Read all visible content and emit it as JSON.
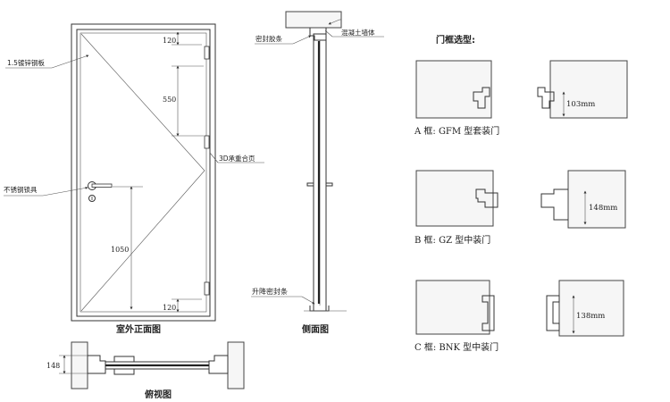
{
  "front_view": {
    "label_steel_plate": "1.5镀锌钢板",
    "label_lock": "不锈钢锁具",
    "label_hinge": "3D承重合页",
    "dim_top": "120",
    "dim_mid": "550",
    "dim_handle": "1050",
    "dim_bottom": "120",
    "caption": "室外正面图"
  },
  "side_view": {
    "label_wall": "混凝土墙体",
    "label_seal": "密封胶条",
    "label_drop_seal": "升降密封条",
    "caption": "侧面图"
  },
  "top_view": {
    "dim_depth": "148",
    "caption": "俯视图"
  },
  "frame_types": {
    "title": "门框选型:",
    "types": [
      {
        "caption": "A 框:  GFM 型套装门",
        "dim": "103mm"
      },
      {
        "caption": "B 框:  GZ 型中装门",
        "dim": "148mm"
      },
      {
        "caption": "C 框:  BNK 型中装门",
        "dim": "138mm"
      }
    ]
  },
  "colors": {
    "line": "#333333",
    "concrete": "#f6f6f6"
  },
  "icons": [
    "hinge-icon",
    "door-handle-icon",
    "lock-cylinder-icon",
    "dimension-arrow-icon",
    "concrete-hatch-pattern"
  ]
}
